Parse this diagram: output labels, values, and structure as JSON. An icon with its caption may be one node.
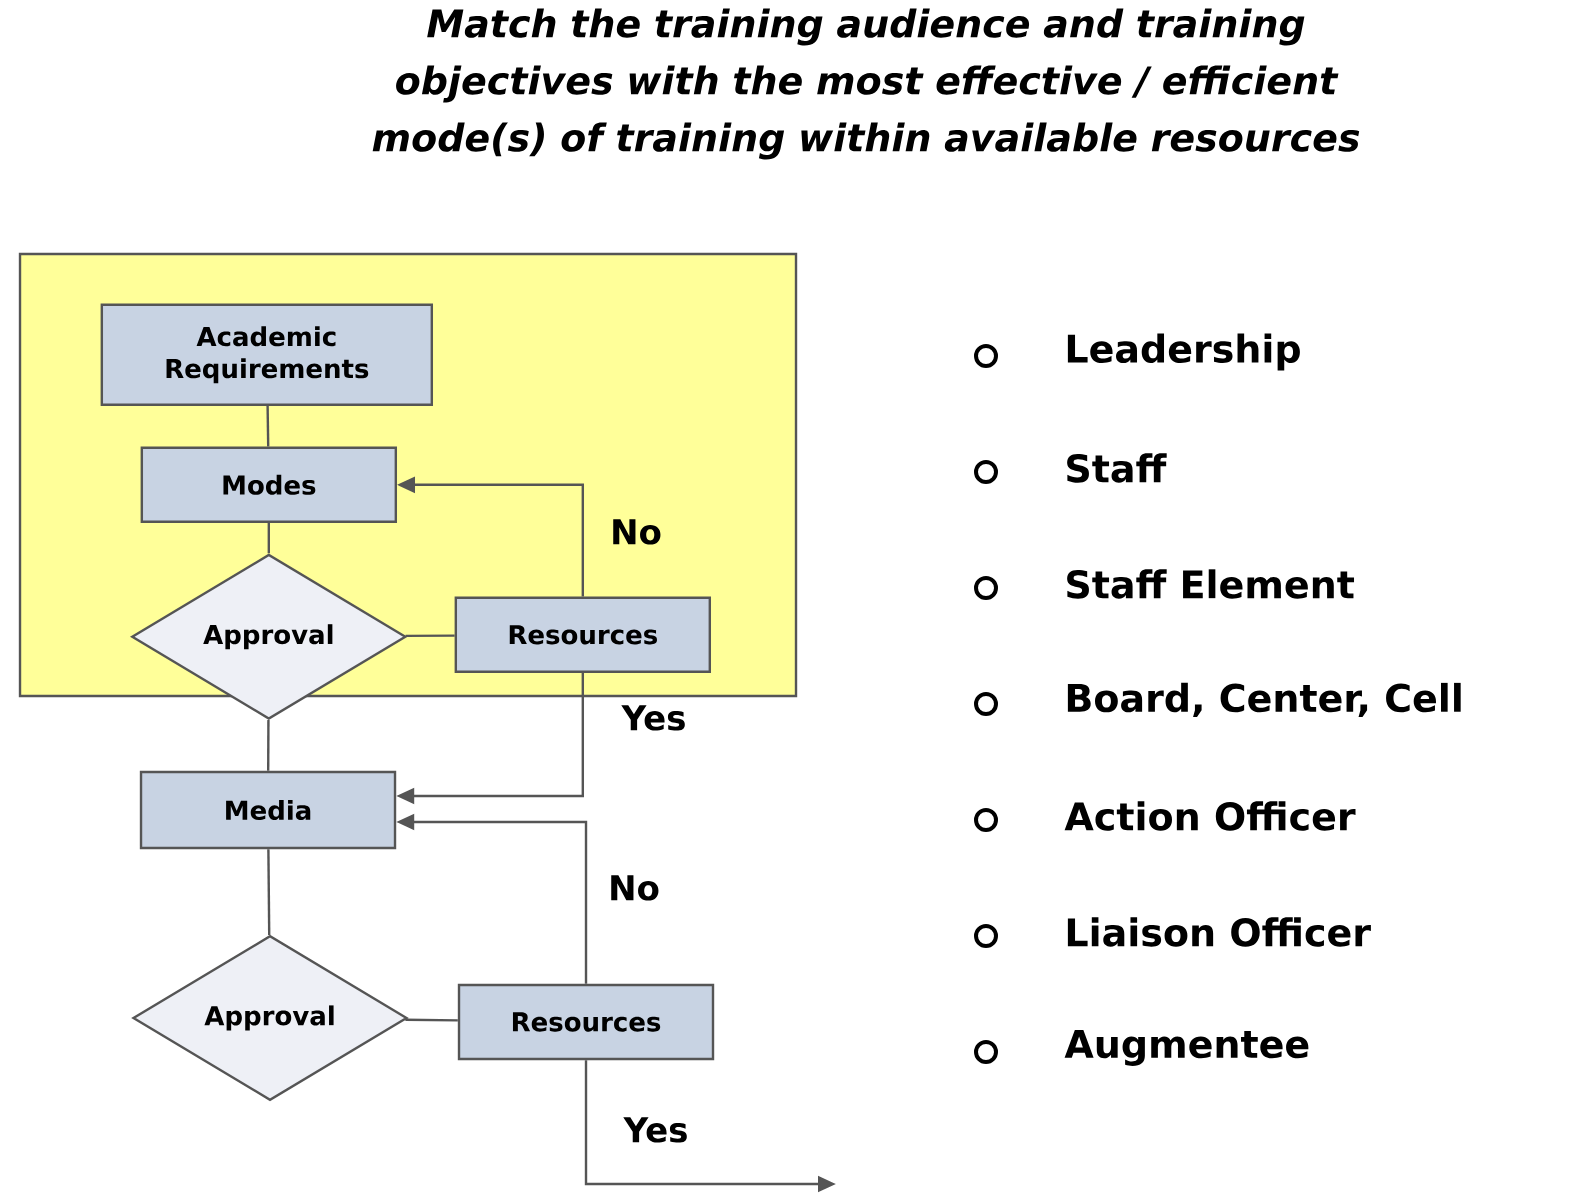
{
  "diagram": {
    "title": "Match the training audience and training objectives with the most effective / efficient mode(s) of training within available resources",
    "nodes": [
      {
        "text": [],
        "shape": "box"
      },
      {
        "text": [
          "Academic Requirements"
        ],
        "in": 0
      },
      {
        "text": [
          "Modes"
        ],
        "in": 0
      },
      {
        "text": [
          "Approval"
        ],
        "in": 0
      },
      {
        "text": [
          "Resources"
        ],
        "in": 0
      },
      {
        "text": [
          "Media"
        ]
      },
      {
        "text": [
          "Approval"
        ]
      },
      {
        "text": [
          "Resources"
        ]
      }
    ],
    "edges": [
      {
        "from": 1,
        "to": 2,
        "arrow": "none"
      },
      {
        "from": 2,
        "to": 3,
        "arrow": "none"
      },
      {
        "from": 3,
        "to": 4,
        "arrow": "none"
      },
      {
        "from": 4,
        "to": 2,
        "arrow": "to",
        "label": "No"
      },
      {
        "from": 4,
        "to": 5,
        "arrow": "to",
        "label": "Yes"
      },
      {
        "from": 3,
        "to": 5,
        "arrow": "none"
      },
      {
        "from": 5,
        "to": 6,
        "arrow": "none"
      },
      {
        "from": 6,
        "to": 7,
        "arrow": "none"
      },
      {
        "from": 7,
        "to": 5,
        "arrow": "to",
        "label": "No"
      },
      {
        "from": 7,
        "to": null,
        "arrow": "to",
        "label": "Yes"
      }
    ],
    "labels": [
      "Leadership",
      "Staff",
      "Staff Element",
      "Board, Center, Cell",
      "Action Officer",
      "Liaison Officer",
      "Augmentee"
    ]
  }
}
